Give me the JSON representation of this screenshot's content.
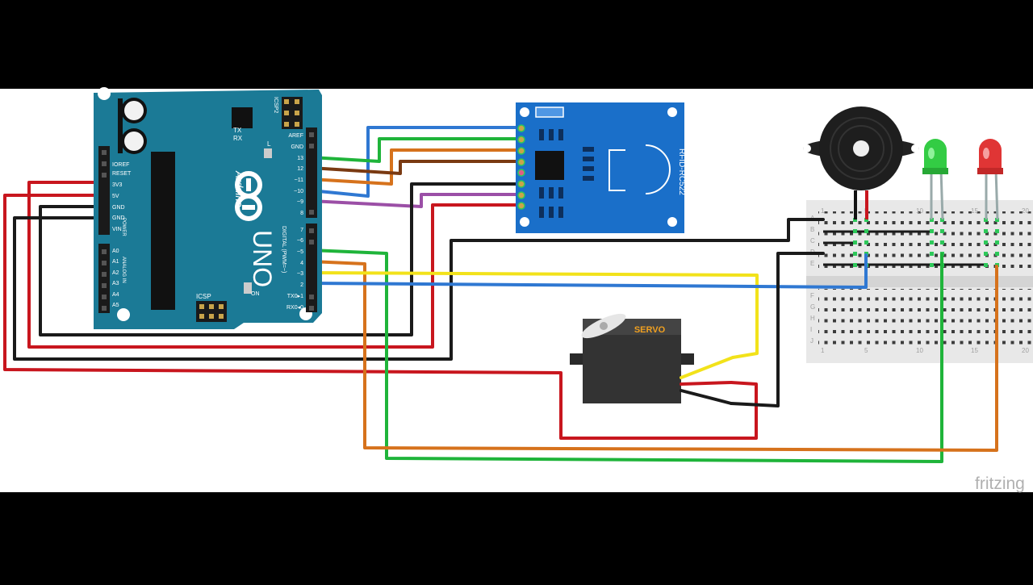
{
  "board": {
    "brand": "Arduino",
    "model": "UNO",
    "icsp_label": "ICSP",
    "icsp2_label": "ICSP2",
    "on_label": "ON",
    "l_label": "L",
    "tx_label": "TX",
    "rx_label": "RX",
    "digital_section_label": "DIGITAL (PWM=~)",
    "power_section_label": "POWER",
    "analog_section_label": "ANALOG IN",
    "power_pins": [
      "IOREF",
      "RESET",
      "3V3",
      "5V",
      "GND",
      "GND",
      "VIN"
    ],
    "analog_pins": [
      "A0",
      "A1",
      "A2",
      "A3",
      "A4",
      "A5"
    ],
    "digital_pins_upper": [
      "AREF",
      "GND",
      "13",
      "12",
      "~11",
      "~10",
      "~9",
      "8"
    ],
    "digital_pins_lower": [
      "7",
      "~6",
      "~5",
      "4",
      "~3",
      "2",
      "TX0▸1",
      "RX0◂0"
    ]
  },
  "rfid": {
    "label": "RFID-RC522"
  },
  "servo": {
    "label": "SERVO"
  },
  "breadboard": {
    "row_letters": [
      "A",
      "B",
      "C",
      "D",
      "E",
      "F",
      "G",
      "H",
      "I",
      "J"
    ],
    "column_numbers": [
      "1",
      "5",
      "10",
      "15",
      "20"
    ]
  },
  "watermark": "fritzing",
  "colors": {
    "board": "#1b7a96",
    "rfid_board": "#1a6fc9",
    "red": "#c8161e",
    "black": "#1a1a1a",
    "blue": "#2f78d2",
    "green": "#1fb43a",
    "orange": "#d6721c",
    "brown": "#7a3a12",
    "purple": "#9b4fa6",
    "yellow": "#f2e21a",
    "led_green": "#33cc44",
    "led_red": "#e03535"
  }
}
